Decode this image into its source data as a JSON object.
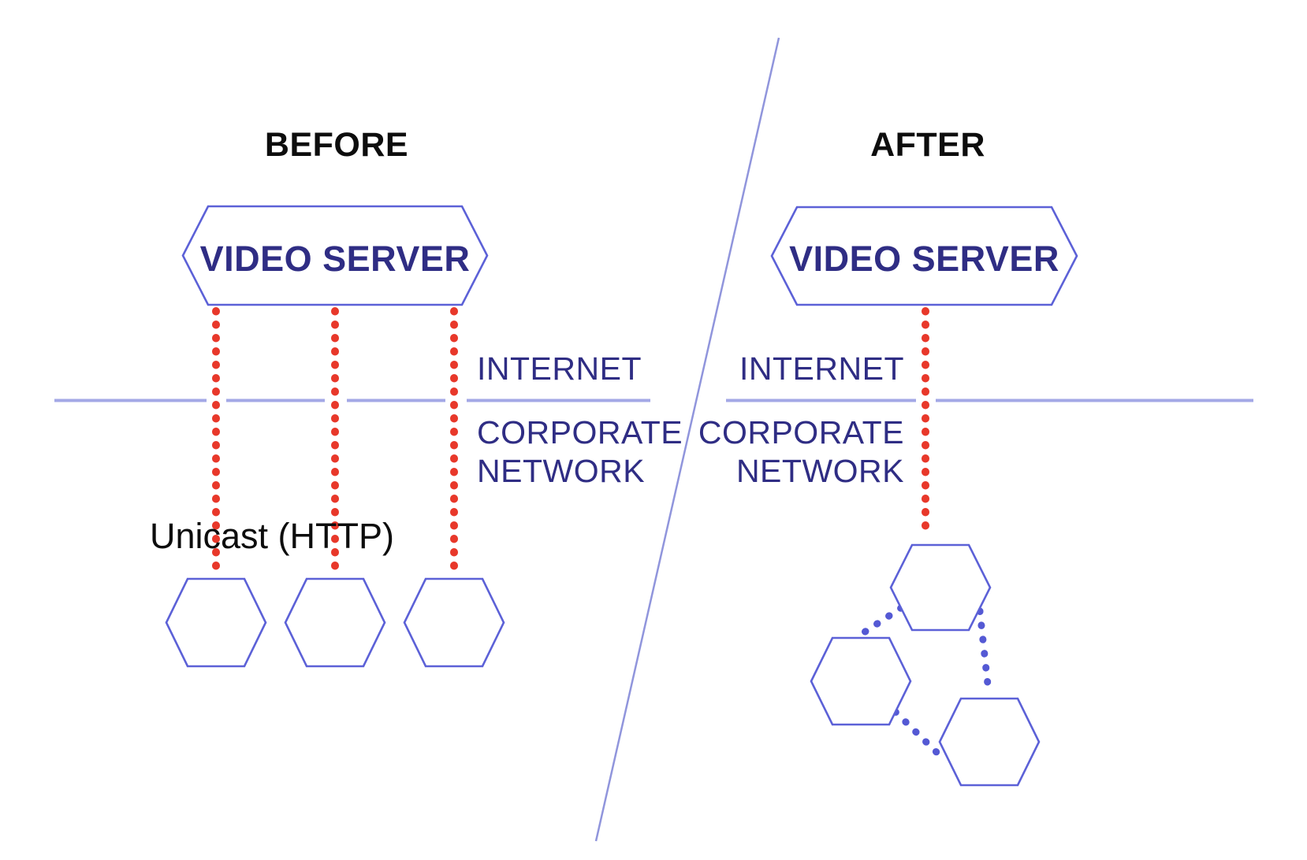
{
  "colors": {
    "red_stream": "#e8382a",
    "hexagon_stroke": "#5c61d7",
    "peer_dots": "#5459d4",
    "boundary_line": "#a3a8e6",
    "divider_line": "#9095dc",
    "label_indigo": "#2f2d84",
    "title_black": "#0d0d0d"
  },
  "before": {
    "title": "BEFORE",
    "server_label": "VIDEO SERVER",
    "unicast_label": "Unicast (HTTP)",
    "internet_label": "INTERNET",
    "corporate_label_line1": "CORPORATE",
    "corporate_label_line2": "NETWORK"
  },
  "after": {
    "title": "AFTER",
    "server_label": "VIDEO SERVER",
    "internet_label": "INTERNET",
    "corporate_label_line1": "CORPORATE",
    "corporate_label_line2": "NETWORK"
  }
}
